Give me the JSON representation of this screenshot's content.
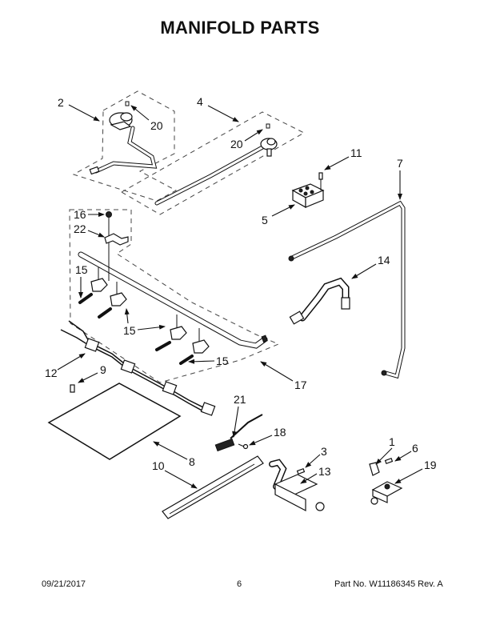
{
  "title": "MANIFOLD PARTS",
  "footer": {
    "date": "09/21/2017",
    "page": "6",
    "part_number": "Part No.  W11186345  Rev.  A"
  },
  "callouts": [
    {
      "id": "c2",
      "label": "2"
    },
    {
      "id": "c20a",
      "label": "20"
    },
    {
      "id": "c4",
      "label": "4"
    },
    {
      "id": "c20b",
      "label": "20"
    },
    {
      "id": "c11",
      "label": "11"
    },
    {
      "id": "c7",
      "label": "7"
    },
    {
      "id": "c5",
      "label": "5"
    },
    {
      "id": "c16",
      "label": "16"
    },
    {
      "id": "c22",
      "label": "22"
    },
    {
      "id": "c15a",
      "label": "15"
    },
    {
      "id": "c15b",
      "label": "15"
    },
    {
      "id": "c15c",
      "label": "15"
    },
    {
      "id": "c14",
      "label": "14"
    },
    {
      "id": "c12",
      "label": "12"
    },
    {
      "id": "c9",
      "label": "9"
    },
    {
      "id": "c17",
      "label": "17"
    },
    {
      "id": "c21",
      "label": "21"
    },
    {
      "id": "c18",
      "label": "18"
    },
    {
      "id": "c8",
      "label": "8"
    },
    {
      "id": "c3",
      "label": "3"
    },
    {
      "id": "c1",
      "label": "1"
    },
    {
      "id": "c6",
      "label": "6"
    },
    {
      "id": "c10",
      "label": "10"
    },
    {
      "id": "c13",
      "label": "13"
    },
    {
      "id": "c19",
      "label": "19"
    }
  ]
}
